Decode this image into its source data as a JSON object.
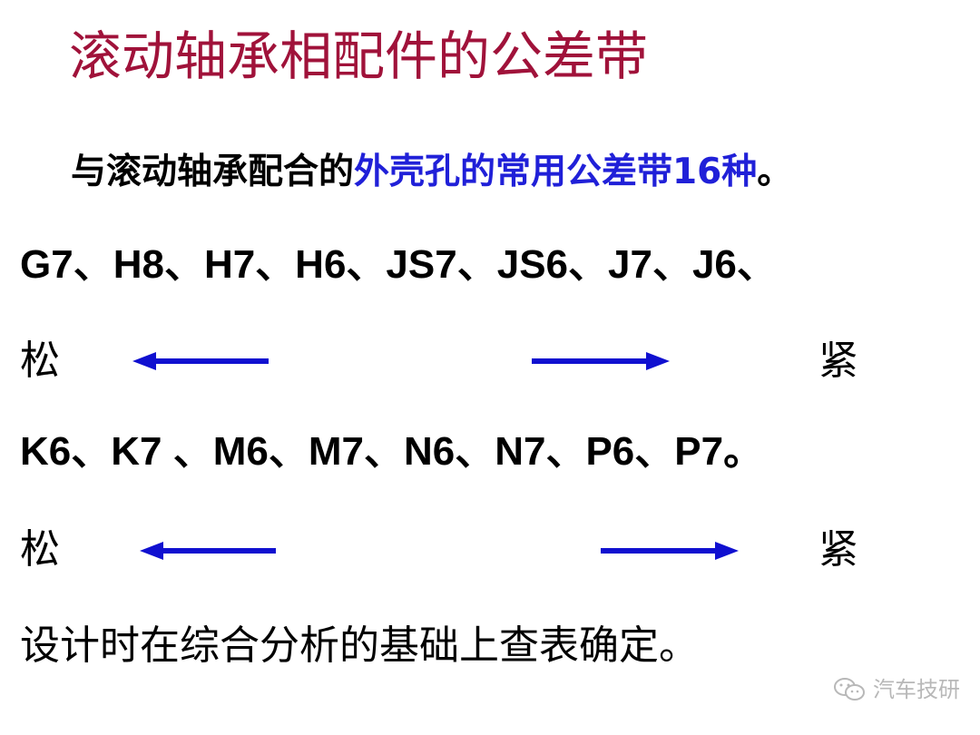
{
  "title": "滚动轴承相配件的公差带",
  "intro": {
    "prefix": "与滚动轴承配合的",
    "highlight": "外壳孔的常用公差带16种",
    "suffix": "。"
  },
  "row1": {
    "codes": "G7、H8、H7、H6、JS7、JS6、J7、J6、",
    "loose_label": "松",
    "tight_label": "紧"
  },
  "row2": {
    "codes": "K6、K7 、M6、M7、N6、N7、P6、P7。",
    "loose_label": "松",
    "tight_label": "紧"
  },
  "conclusion": "设计时在综合分析的基础上查表确定。",
  "watermark": {
    "text": "汽车技研",
    "icon": "wechat-icon"
  },
  "colors": {
    "title": "#a0123a",
    "highlight": "#2020d8",
    "arrow": "#1010d0",
    "watermark": "#b8b8b8"
  }
}
